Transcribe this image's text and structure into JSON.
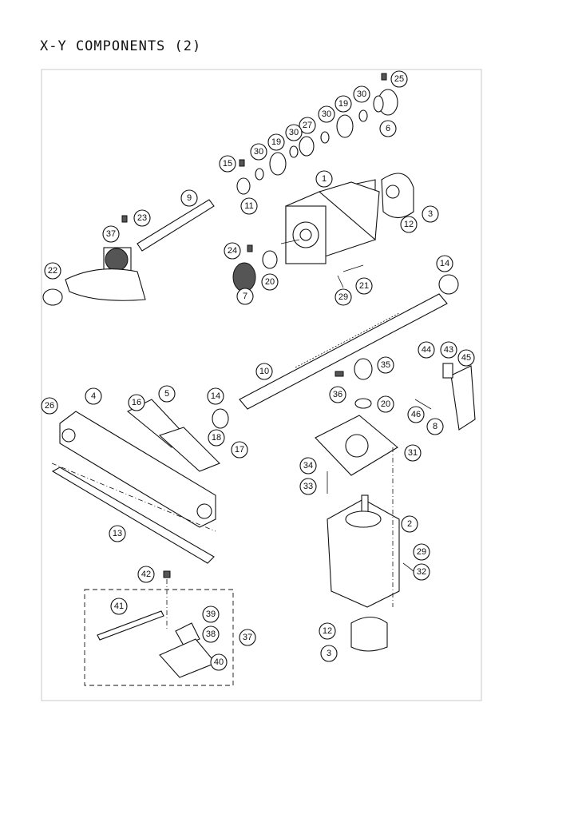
{
  "page": {
    "title": "X-Y COMPONENTS (2)"
  },
  "callouts": [
    "1",
    "2",
    "3",
    "3",
    "4",
    "5",
    "6",
    "7",
    "8",
    "9",
    "10",
    "11",
    "12",
    "12",
    "13",
    "14",
    "14",
    "15",
    "16",
    "17",
    "18",
    "19",
    "19",
    "20",
    "20",
    "21",
    "22",
    "23",
    "24",
    "25",
    "26",
    "27",
    "29",
    "29",
    "30",
    "30",
    "30",
    "30",
    "31",
    "32",
    "33",
    "34",
    "35",
    "36",
    "37",
    "37",
    "38",
    "39",
    "40",
    "41",
    "42",
    "43",
    "44",
    "45",
    "46"
  ]
}
